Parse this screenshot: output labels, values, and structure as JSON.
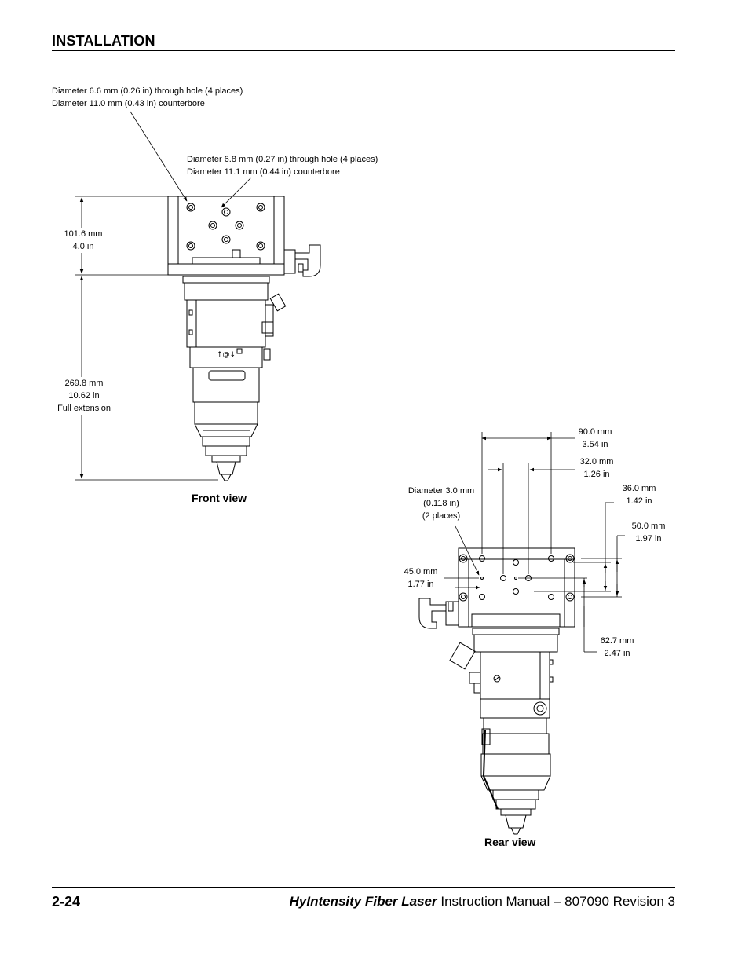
{
  "header": {
    "section_title": "INSTALLATION"
  },
  "front_view": {
    "caption": "Front view",
    "callout_top_left": [
      "Diameter 6.6 mm (0.26 in) through hole (4 places)",
      "Diameter 11.0 mm (0.43 in) counterbore"
    ],
    "callout_top_right": [
      "Diameter 6.8 mm (0.27 in) through hole (4 places)",
      "Diameter 11.1 mm (0.44 in) counterbore"
    ],
    "dim_height": [
      "101.6 mm",
      "4.0 in"
    ],
    "dim_extension": [
      "269.8 mm",
      "10.62 in",
      "Full extension"
    ]
  },
  "rear_view": {
    "caption": "Rear view",
    "dim_width_total": [
      "90.0 mm",
      "3.54 in"
    ],
    "dim_inner": [
      "32.0 mm",
      "1.26 in"
    ],
    "dim_vertical_a": [
      "36.0 mm",
      "1.42 in"
    ],
    "dim_vertical_b": [
      "50.0 mm",
      "1.97 in"
    ],
    "dim_hole": [
      "Diameter 3.0 mm",
      "(0.118 in)",
      "(2 places)"
    ],
    "dim_left": [
      "45.0 mm",
      "1.77 in"
    ],
    "dim_depth": [
      "62.7 mm",
      "2.47 in"
    ]
  },
  "footer": {
    "page_number": "2-24",
    "product_name": "HyIntensity Fiber Laser",
    "manual_text": " Instruction Manual  –  807090 Revision 3"
  }
}
